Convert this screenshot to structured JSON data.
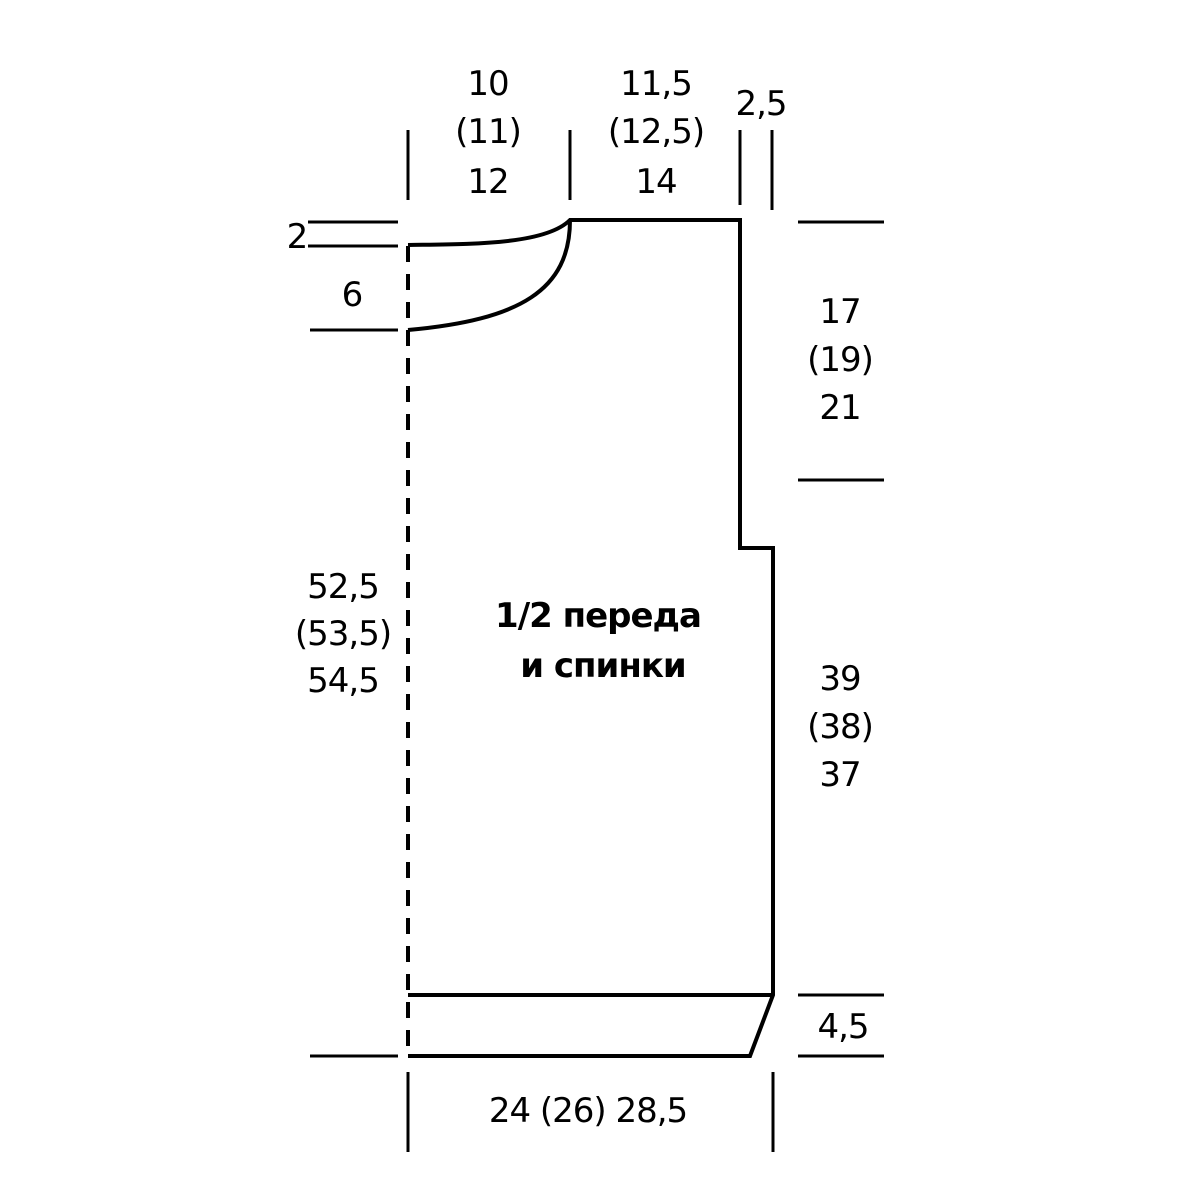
{
  "diagram": {
    "title_line1": "1/2 переда",
    "title_line2": "и спинки",
    "dimensions": {
      "neck_width": [
        "10",
        "(11)",
        "12"
      ],
      "shoulder_width": [
        "11,5",
        "(12,5)",
        "14"
      ],
      "armhole_step": "2,5",
      "neck_back_drop": "2",
      "neck_front_drop": "6",
      "armhole_depth": [
        "17",
        "(19)",
        "21"
      ],
      "side_length": [
        "39",
        "(38)",
        "37"
      ],
      "total_length": [
        "52,5",
        "(53,5)",
        "54,5"
      ],
      "hem_height": "4,5",
      "bottom_width": "24 (26) 28,5"
    }
  }
}
